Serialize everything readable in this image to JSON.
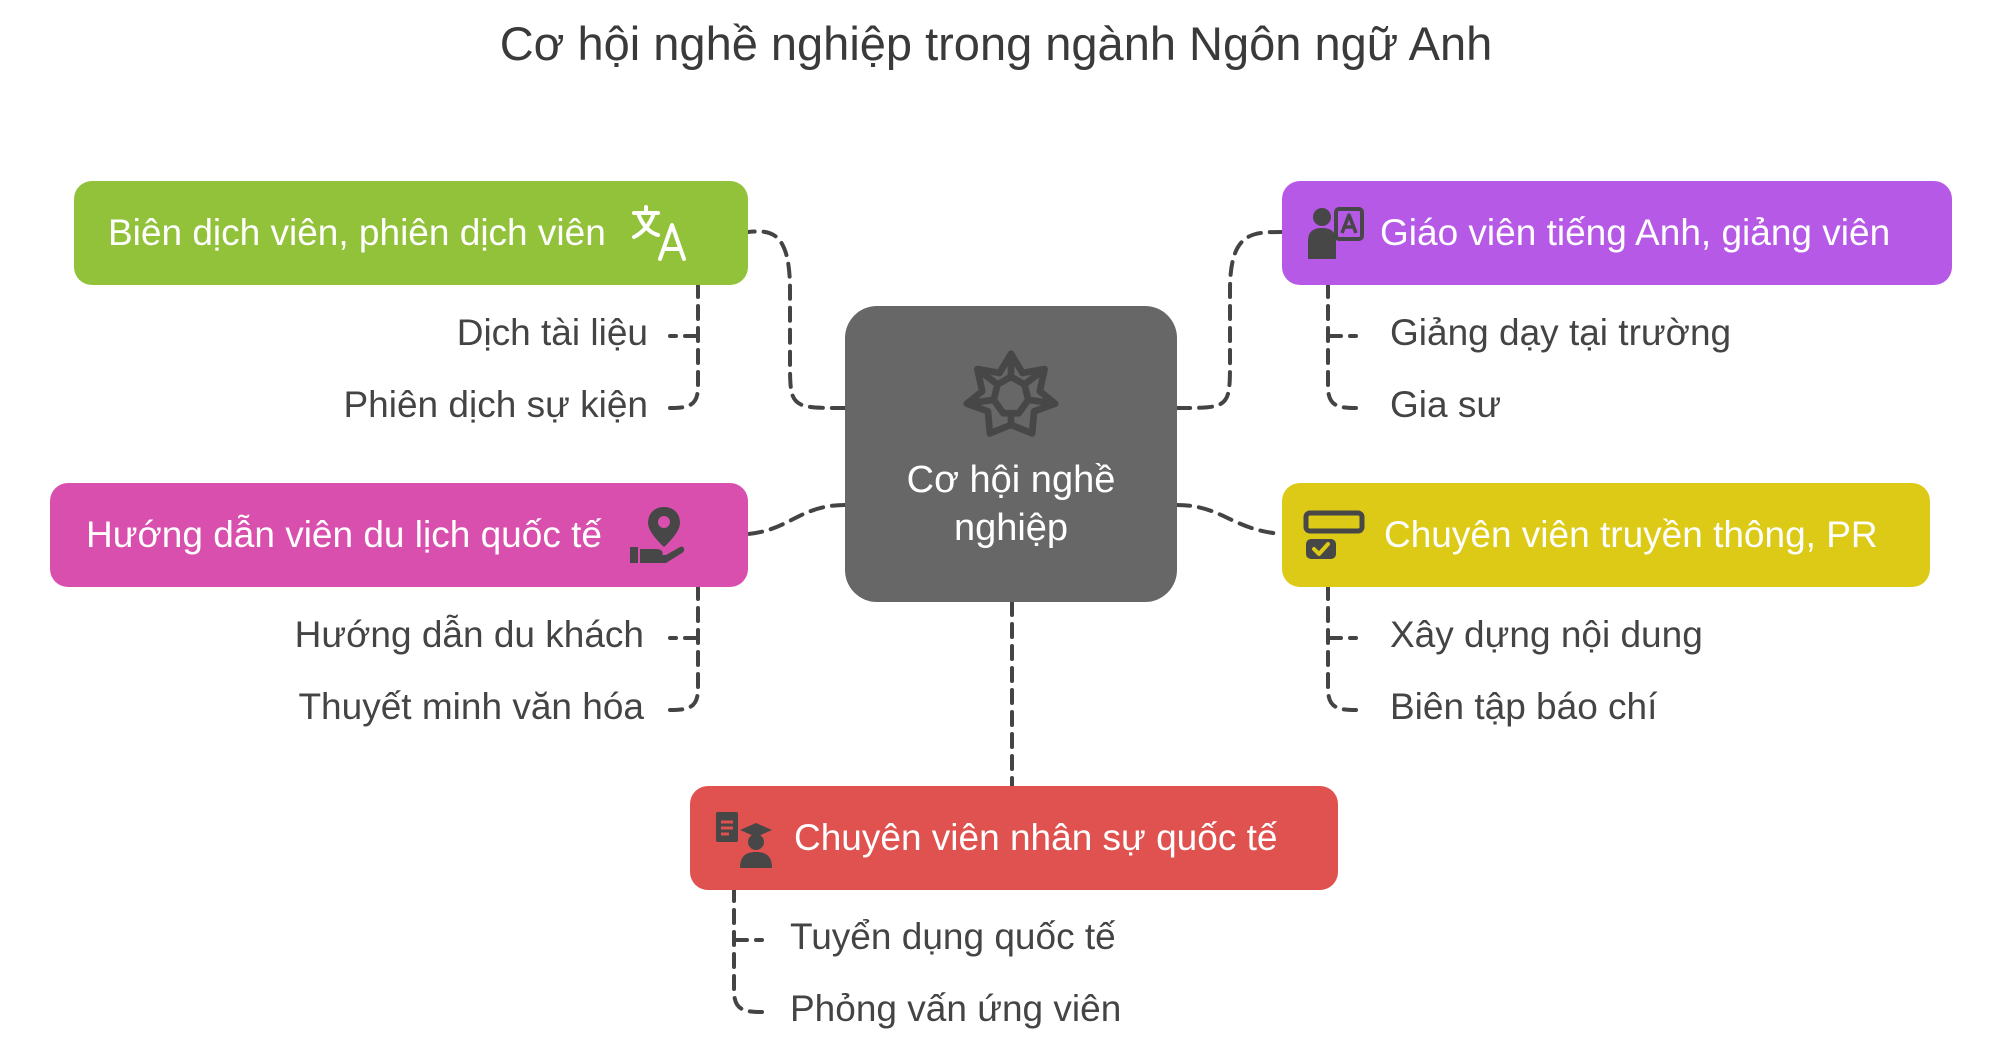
{
  "title": "Cơ hội nghề nghiệp trong ngành Ngôn ngữ Anh",
  "center": {
    "label_line1": "Cơ hội nghề",
    "label_line2": "nghiệp",
    "icon": "flower-icon"
  },
  "branches": [
    {
      "id": "translator",
      "label": "Biên dịch viên, phiên dịch viên",
      "color": "#92c13a",
      "icon": "translate-icon",
      "items": [
        "Dịch tài liệu",
        "Phiên dịch sự kiện"
      ]
    },
    {
      "id": "teacher",
      "label": "Giáo viên tiếng Anh, giảng viên",
      "color": "#b659e6",
      "icon": "teacher-icon",
      "items": [
        "Giảng dạy tại trường",
        "Gia sư"
      ]
    },
    {
      "id": "tour-guide",
      "label": "Hướng dẫn viên du lịch quốc tế",
      "color": "#d94fae",
      "icon": "location-pin-icon",
      "items": [
        "Hướng dẫn du khách",
        "Thuyết minh văn hóa"
      ]
    },
    {
      "id": "pr",
      "label": "Chuyên viên truyền thông, PR",
      "color": "#dcca17",
      "icon": "id-card-icon",
      "items": [
        "Xây dựng nội dung",
        "Biên tập báo chí"
      ]
    },
    {
      "id": "hr",
      "label": "Chuyên viên nhân sự quốc tế",
      "color": "#e0524f",
      "icon": "recruiter-icon",
      "items": [
        "Tuyển dụng quốc tế",
        "Phỏng vấn ứng viên"
      ]
    }
  ]
}
